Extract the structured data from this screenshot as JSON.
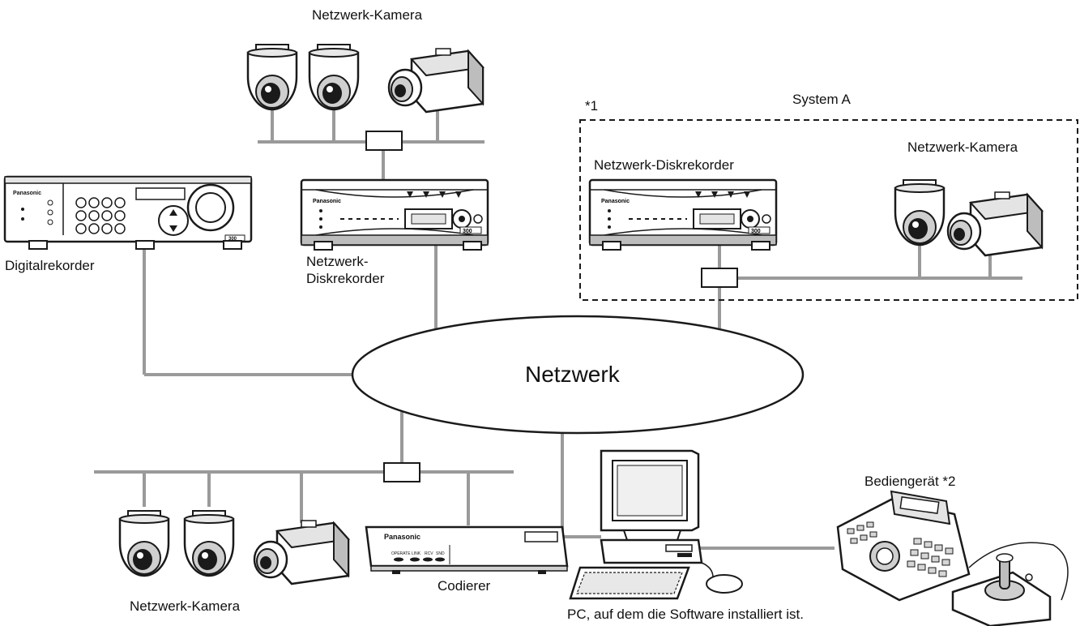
{
  "labels": {
    "network": "Netzwerk",
    "camera_top": "Netzwerk-Kamera",
    "camera_right": "Netzwerk-Kamera",
    "camera_bottom": "Netzwerk-Kamera",
    "system_a": "System A",
    "footnote_1": "*1",
    "recorder_system_a": "Netzwerk-Diskrekorder",
    "recorder_center_line1": "Netzwerk-",
    "recorder_center_line2": "Diskrekorder",
    "digital_recorder": "Digitalrekorder",
    "encoder": "Codierer",
    "controller": "Bediengerät *2",
    "pc": "PC, auf dem die Software installiert ist."
  },
  "device_text": {
    "brand": "Panasonic",
    "model": "300",
    "encoder_leds": [
      "OPERATE",
      "LINK",
      "RCV",
      "SND"
    ]
  },
  "colors": {
    "cable": "#9a9a9a",
    "outline": "#1a1a1a",
    "device_fill": "#ffffff",
    "shade": "#d0d0d0"
  }
}
